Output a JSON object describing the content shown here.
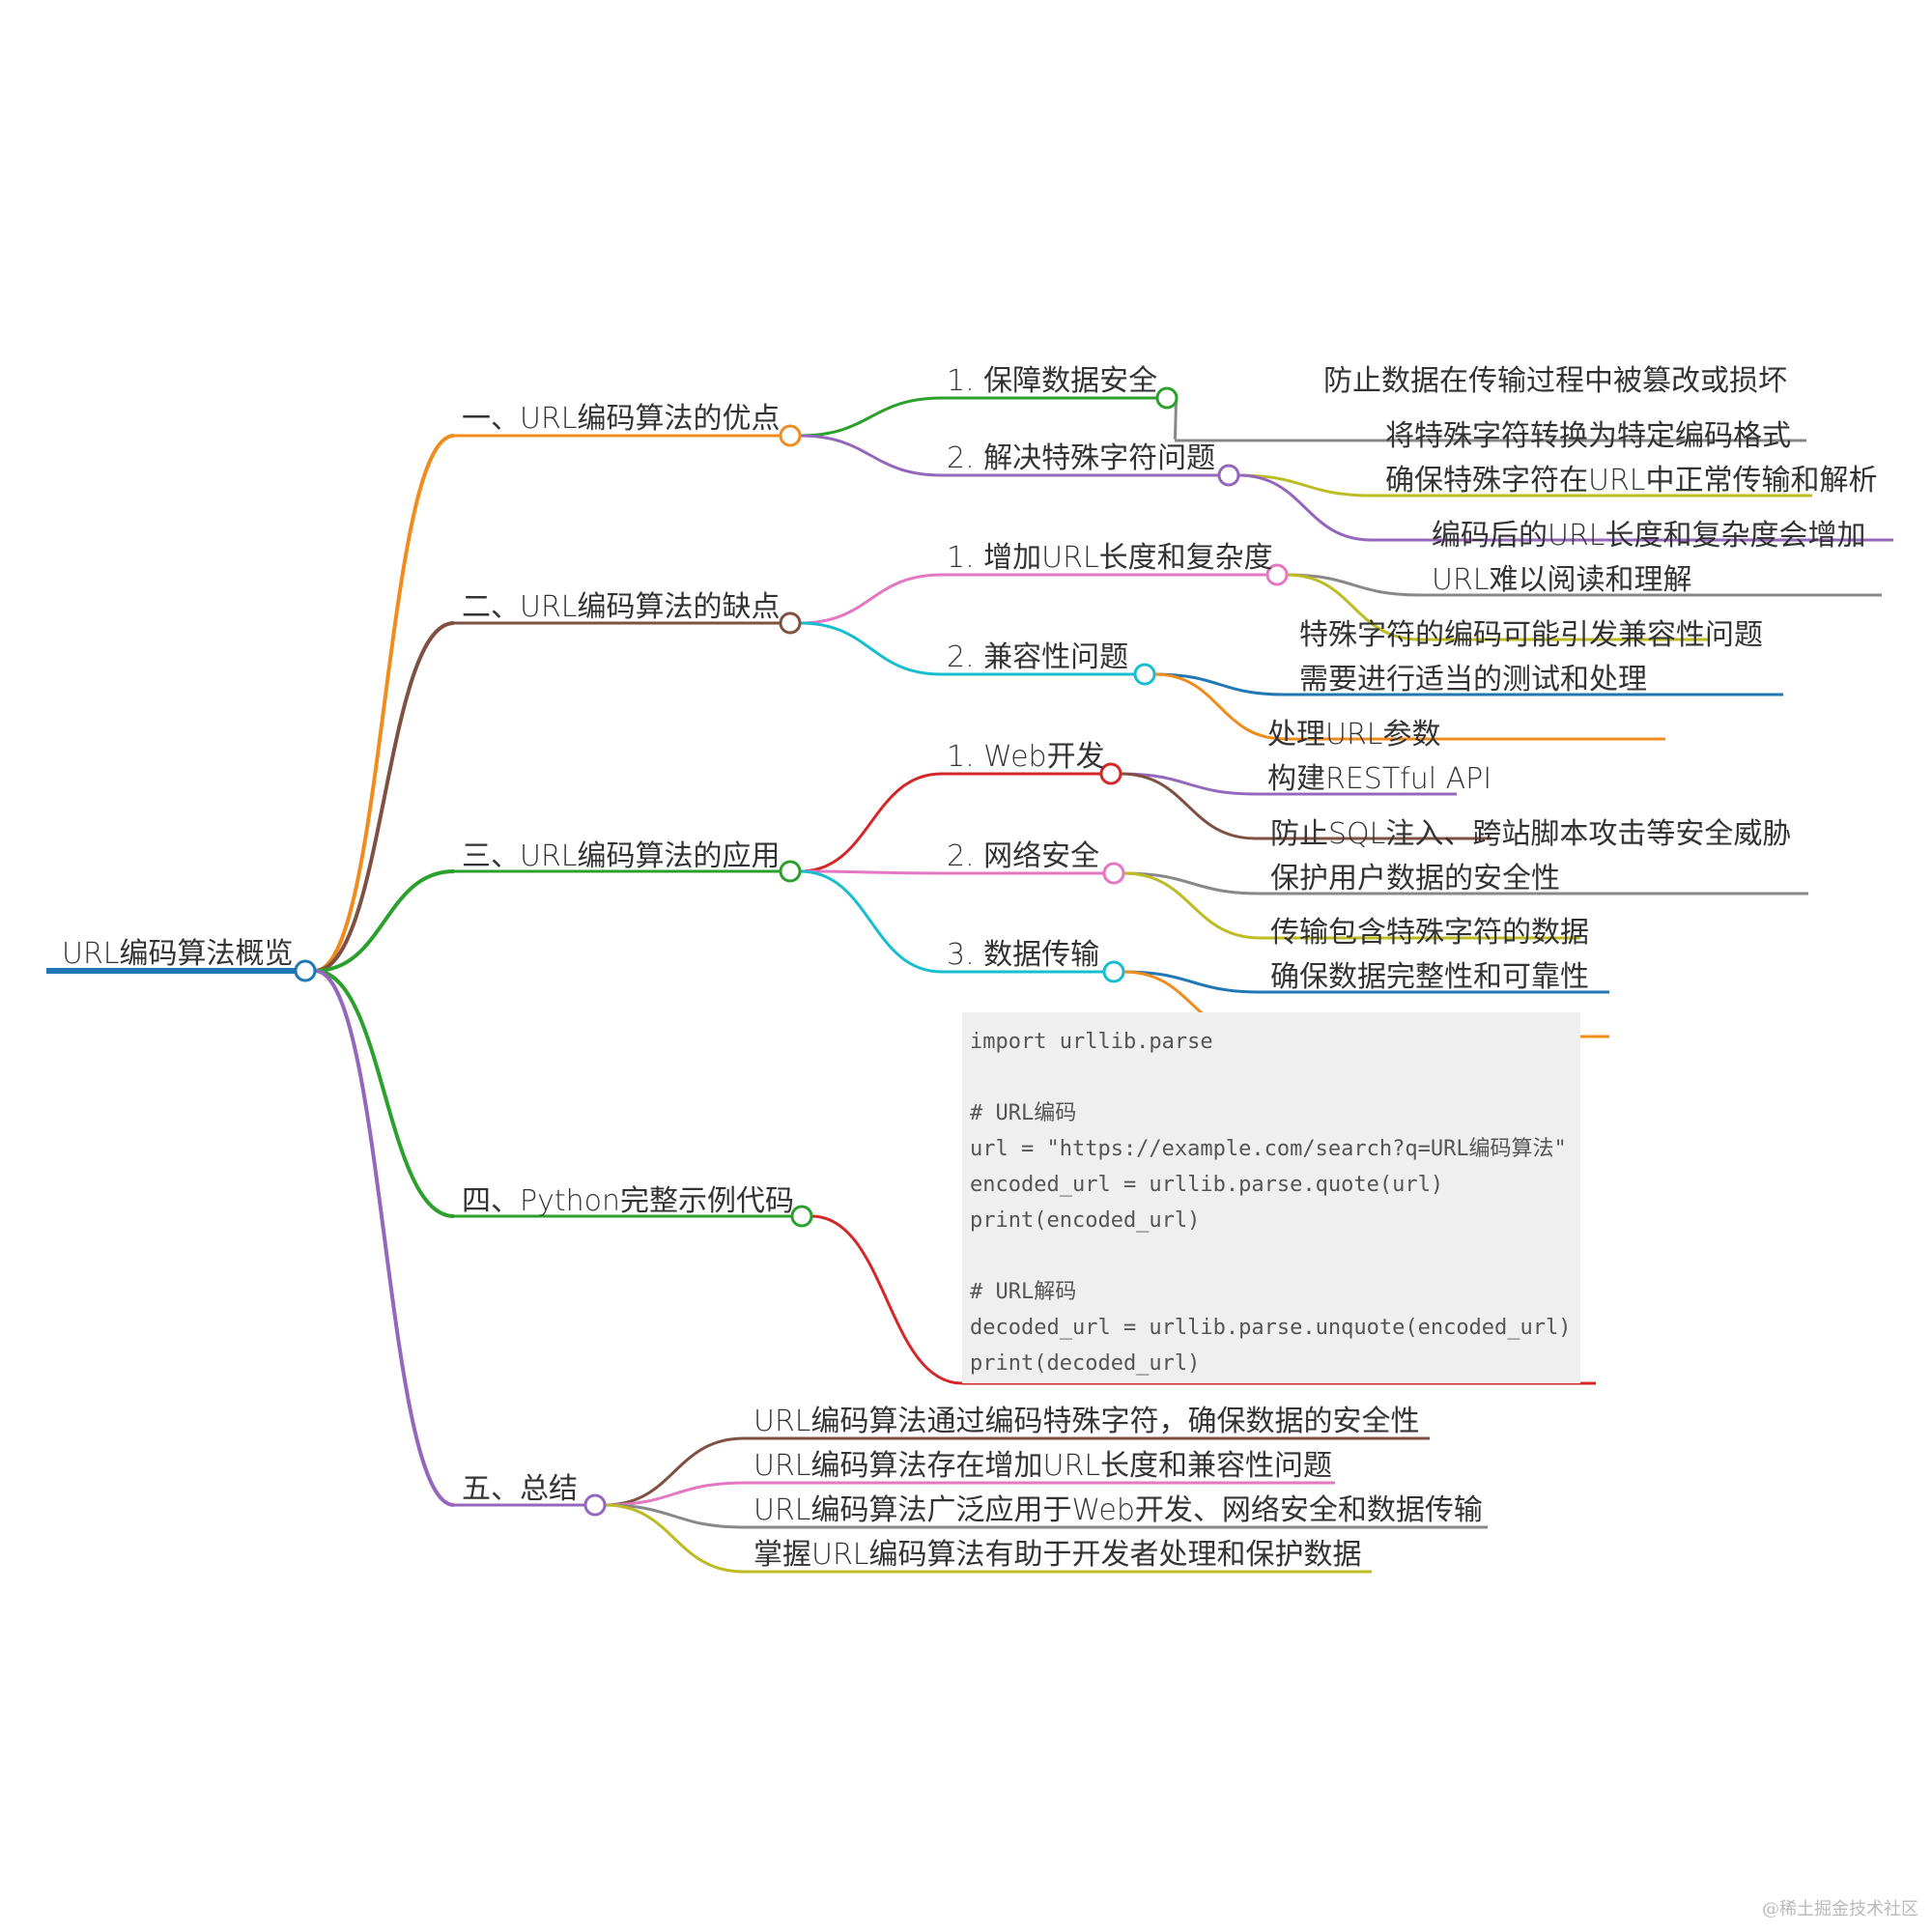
{
  "mindmap": {
    "root": "URL编码算法概览",
    "branches": [
      {
        "label": "一、URL编码算法的优点",
        "color": "#f08c1e",
        "children": [
          {
            "label": "1. 保障数据安全",
            "color": "#2ca02c",
            "leaves": [
              {
                "label": "防止数据在传输过程中被篡改或损坏",
                "color": "#888888"
              }
            ]
          },
          {
            "label": "2. 解决特殊字符问题",
            "color": "#9467bd",
            "leaves": [
              {
                "label": "将特殊字符转换为特定编码格式",
                "color": "#bcbd22"
              },
              {
                "label": "确保特殊字符在URL中正常传输和解析",
                "color": "#9467bd"
              }
            ]
          }
        ]
      },
      {
        "label": "二、URL编码算法的缺点",
        "color": "#7f5142",
        "children": [
          {
            "label": "1. 增加URL长度和复杂度",
            "color": "#e377c2",
            "leaves": [
              {
                "label": "编码后的URL长度和复杂度会增加",
                "color": "#888888"
              },
              {
                "label": "URL难以阅读和理解",
                "color": "#bcbd22"
              }
            ]
          },
          {
            "label": "2. 兼容性问题",
            "color": "#17becf",
            "leaves": [
              {
                "label": "特殊字符的编码可能引发兼容性问题",
                "color": "#1f77b4"
              },
              {
                "label": "需要进行适当的测试和处理",
                "color": "#f08c1e"
              }
            ]
          }
        ]
      },
      {
        "label": "三、URL编码算法的应用",
        "color": "#2ca02c",
        "children": [
          {
            "label": "1. Web开发",
            "color": "#d62728",
            "leaves": [
              {
                "label": "处理URL参数",
                "color": "#9467bd"
              },
              {
                "label": "构建RESTful API",
                "color": "#7f5142"
              }
            ]
          },
          {
            "label": "2. 网络安全",
            "color": "#e377c2",
            "leaves": [
              {
                "label": "防止SQL注入、跨站脚本攻击等安全威胁",
                "color": "#888888"
              },
              {
                "label": "保护用户数据的安全性",
                "color": "#bcbd22"
              }
            ]
          },
          {
            "label": "3. 数据传输",
            "color": "#17becf",
            "leaves": [
              {
                "label": "传输包含特殊字符的数据",
                "color": "#1f77b4"
              },
              {
                "label": "确保数据完整性和可靠性",
                "color": "#f08c1e"
              }
            ]
          }
        ]
      },
      {
        "label": "四、Python完整示例代码",
        "color": "#2ca02c",
        "code_color": "#d62728",
        "code": "import urllib.parse\n\n# URL编码\nurl = \"https://example.com/search?q=URL编码算法\"\nencoded_url = urllib.parse.quote(url)\nprint(encoded_url)\n\n# URL解码\ndecoded_url = urllib.parse.unquote(encoded_url)\nprint(decoded_url)"
      },
      {
        "label": "五、总结",
        "color": "#9467bd",
        "leaves": [
          {
            "label": "URL编码算法通过编码特殊字符，确保数据的安全性",
            "color": "#7f5142"
          },
          {
            "label": "URL编码算法存在增加URL长度和兼容性问题",
            "color": "#e377c2"
          },
          {
            "label": "URL编码算法广泛应用于Web开发、网络安全和数据传输",
            "color": "#888888"
          },
          {
            "label": "掌握URL编码算法有助于开发者处理和保护数据",
            "color": "#bcbd22"
          }
        ]
      }
    ]
  },
  "root_color": "#1f77b4",
  "watermark": "@稀土掘金技术社区"
}
